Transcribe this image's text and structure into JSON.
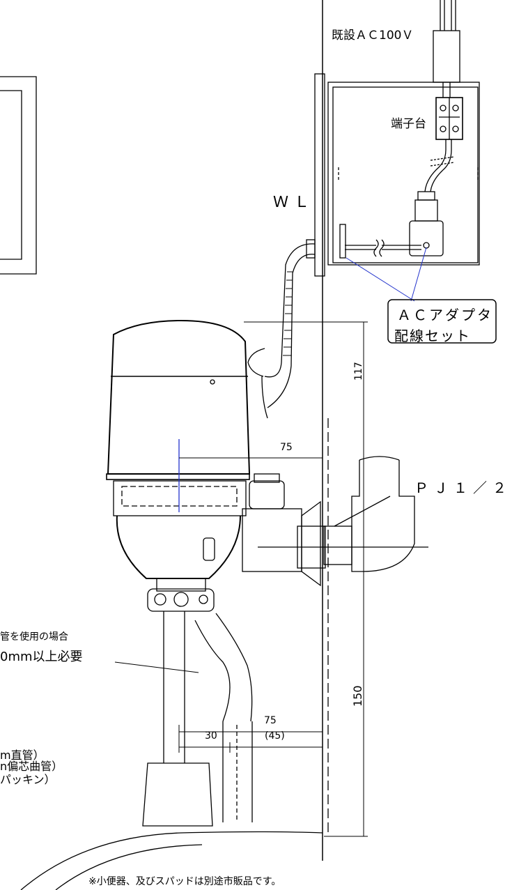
{
  "labels": {
    "ac100v": "既設ＡＣ100Ｖ",
    "terminal_block": "端子台",
    "wl": "ＷＬ",
    "adapter_line1": "ＡＣアダプタ",
    "adapter_line2": "配線セット",
    "pj": "ＰＪ１／２",
    "dim_117": "117",
    "dim_150": "150",
    "dim_75_top": "75",
    "dim_75_bottom": "75",
    "dim_30": "30",
    "dim_45": "(45)",
    "bend_note_line1": "管を使用の場合",
    "bend_note_line2": "0mm以上必要",
    "straight_pipe": "m直管）",
    "offset_pipe": "n偏芯曲管）",
    "packing": "パッキン）",
    "footnote": "※小便器、及びスパッドは別途市販品です。"
  },
  "colors": {
    "line": "#000000",
    "leader": "#2233cc",
    "background": "#ffffff"
  }
}
